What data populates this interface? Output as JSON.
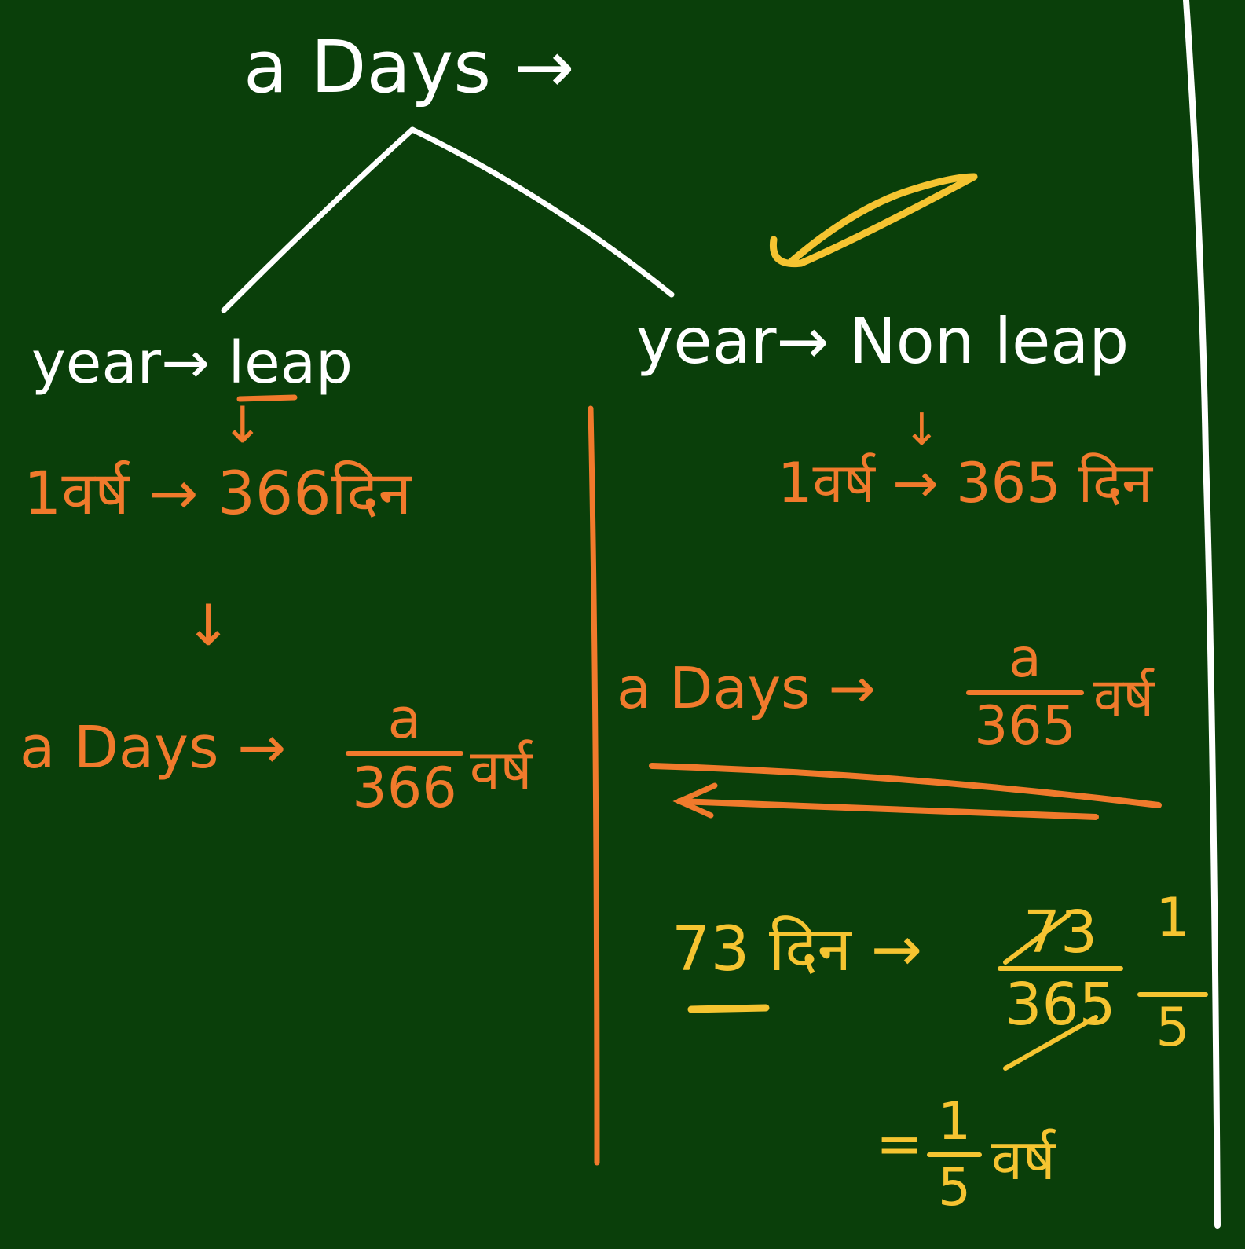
{
  "board": {
    "background": "#0a3f0a",
    "colors": {
      "white": "#ffffff",
      "orange": "#f07a2c",
      "yellow": "#f5c431"
    }
  },
  "root": {
    "label": "a Days",
    "arrow": "→"
  },
  "left": {
    "heading": "year→ leap",
    "down_arrow": "↓",
    "line1": "1वर्ष → 366दिन",
    "down_arrow2": "↓",
    "line2_prefix": "a Days →",
    "line2_num": "a",
    "line2_den": "366",
    "line2_unit": "वर्ष"
  },
  "right": {
    "heading": "year→ Non leap",
    "down_arrow": "↓",
    "line1": "1वर्ष → 365 दिन",
    "line2_prefix": "a Days →",
    "line2_num": "a",
    "line2_den": "365",
    "line2_unit": "वर्ष",
    "example_prefix": "73 दिन →",
    "example_num": "73",
    "example_num_reduced": "1",
    "example_den": "365",
    "example_den_reduced": "5",
    "result_prefix": "=",
    "result_num": "1",
    "result_den": "5",
    "result_unit": "वर्ष"
  },
  "icons": {
    "check": "check-icon"
  }
}
